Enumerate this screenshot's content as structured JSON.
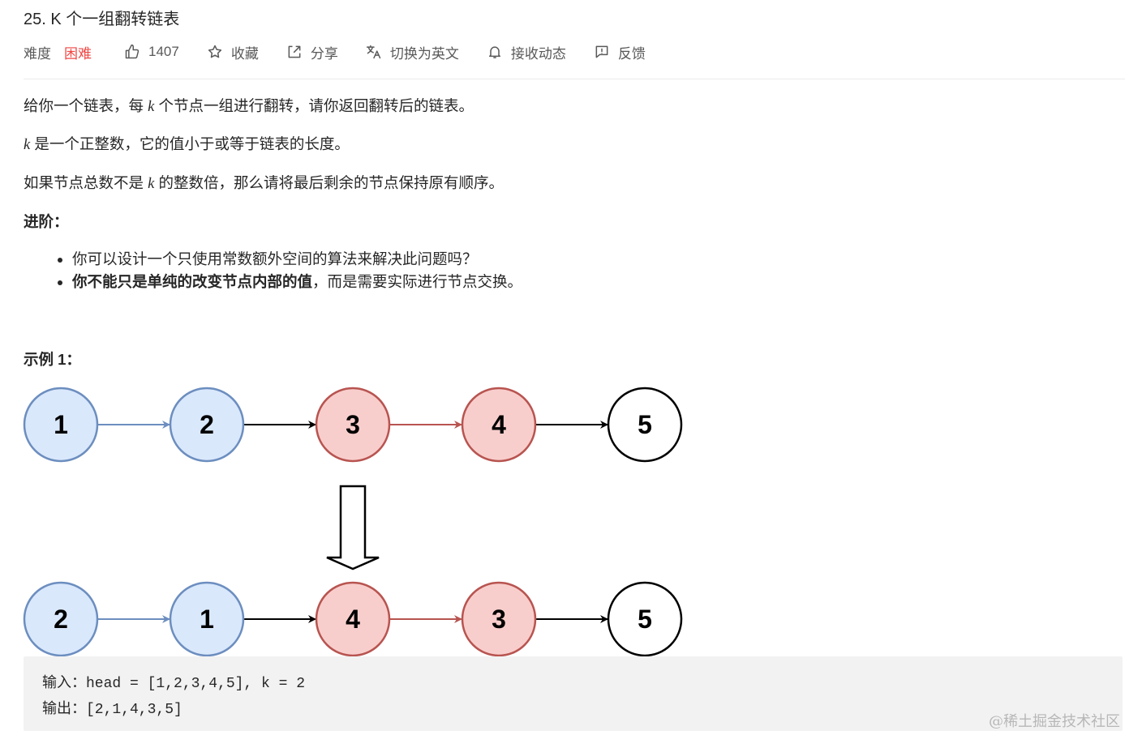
{
  "problem": {
    "title": "25. K 个一组翻转链表",
    "difficulty_label": "难度",
    "difficulty_value": "困难",
    "likes": "1407",
    "actions": {
      "favorite": "收藏",
      "share": "分享",
      "switch_lang": "切换为英文",
      "subscribe": "接收动态",
      "feedback": "反馈"
    }
  },
  "description": {
    "p1_a": "给你一个链表，每 ",
    "p1_k": "k",
    "p1_b": " 个节点一组进行翻转，请你返回翻转后的链表。",
    "p2_k": "k",
    "p2_b": " 是一个正整数，它的值小于或等于链表的长度。",
    "p3_a": "如果节点总数不是 ",
    "p3_k": "k",
    "p3_b": " 的整数倍，那么请将最后剩余的节点保持原有顺序。",
    "advanced_title": "进阶：",
    "advanced_1": "你可以设计一个只使用常数额外空间的算法来解决此问题吗？",
    "advanced_2_bold": "你不能只是单纯的改变节点内部的值",
    "advanced_2_rest": "，而是需要实际进行节点交换。"
  },
  "example": {
    "title": "示例 1：",
    "diagram": {
      "top_nodes": [
        "1",
        "2",
        "3",
        "4",
        "5"
      ],
      "bottom_nodes": [
        "2",
        "1",
        "4",
        "3",
        "5"
      ],
      "node_styles": [
        "blue",
        "blue",
        "red",
        "red",
        "white"
      ],
      "colors": {
        "blue_fill": "#dae8fc",
        "blue_stroke": "#6c8ebf",
        "red_fill": "#f8cecc",
        "red_stroke": "#b85450",
        "white_fill": "#ffffff",
        "white_stroke": "#000000"
      }
    },
    "input_line": "输入：head = [1,2,3,4,5], k = 2",
    "output_line": "输出：[2,1,4,3,5]"
  },
  "watermark": "@稀土掘金技术社区"
}
